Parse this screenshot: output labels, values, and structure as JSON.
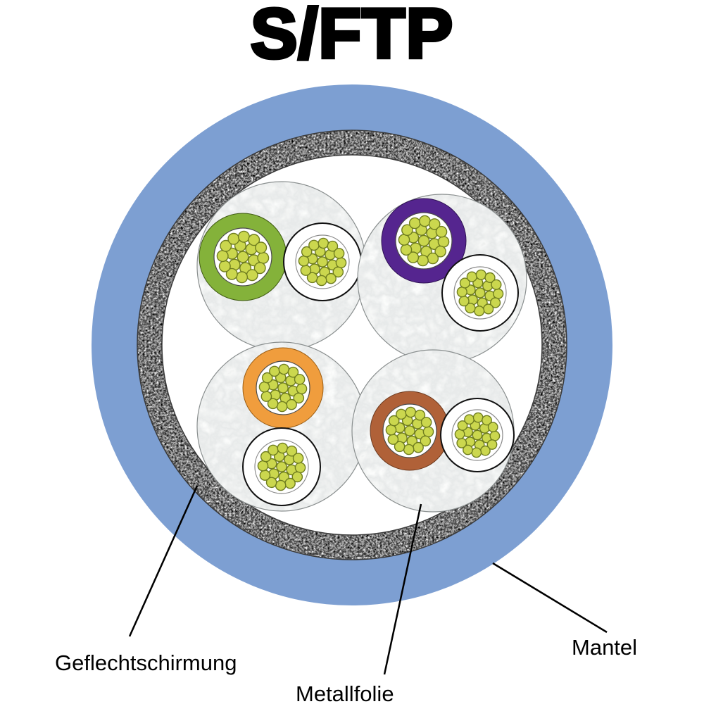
{
  "title": "S/FTP",
  "annotations": {
    "braid_label": "Geflechtschirmung",
    "foil_label": "Metallfolie",
    "jacket_label": "Mantel"
  },
  "colors": {
    "jacket_blue": "#7d9fd2",
    "braid_base": "#1c1c1c",
    "foil_gray": "#d9dddc",
    "wire_green": "#84b23a",
    "wire_violet": "#55258f",
    "wire_orange": "#f09d3d",
    "wire_brown": "#b06138",
    "wire_white": "#ffffff",
    "strand_yellow": "#cbd74e",
    "strand_outline": "#6f7d1f",
    "label_color": "#000000"
  },
  "pairs": [
    {
      "position": "top-left",
      "wire_a": "green",
      "wire_b": "white"
    },
    {
      "position": "top-right",
      "wire_a": "violet",
      "wire_b": "white"
    },
    {
      "position": "bottom-left",
      "wire_a": "orange",
      "wire_b": "white"
    },
    {
      "position": "bottom-right",
      "wire_a": "brown",
      "wire_b": "white"
    }
  ]
}
